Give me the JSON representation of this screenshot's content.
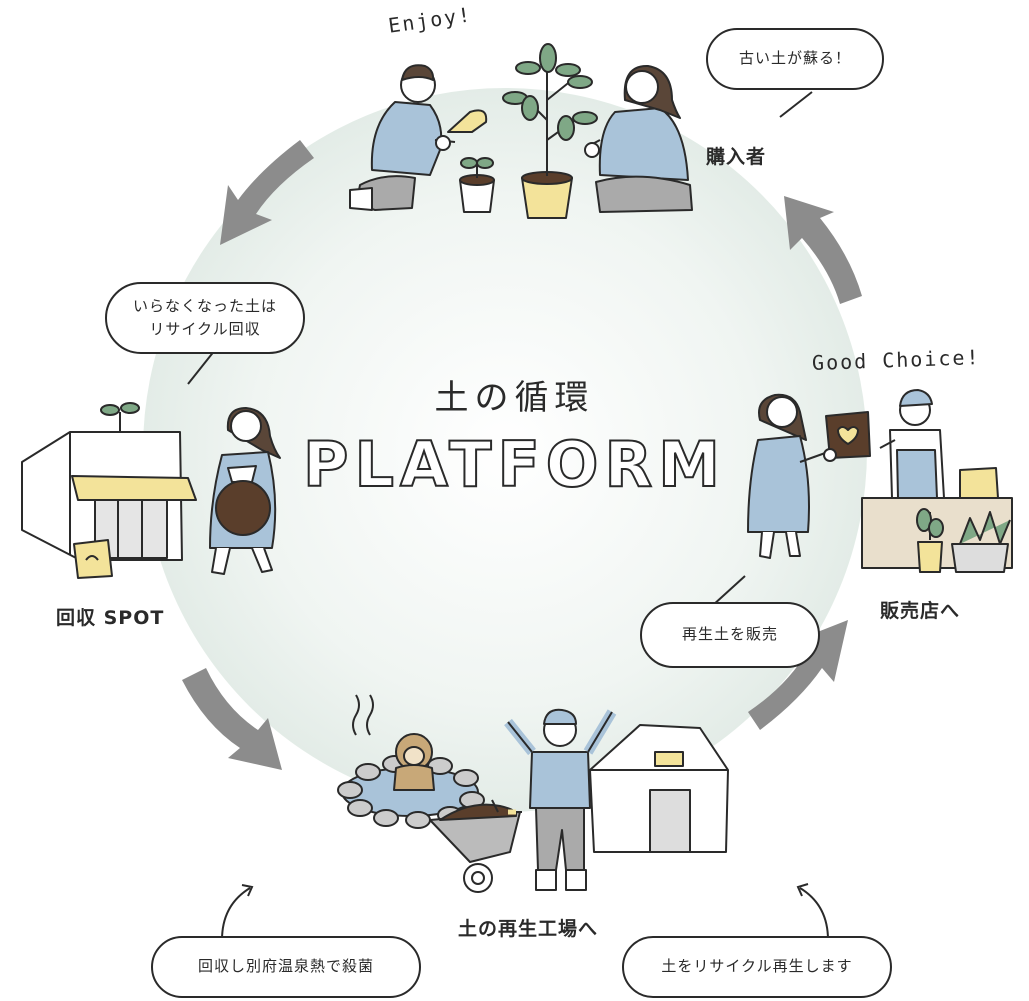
{
  "center": {
    "title": "土の循環",
    "subtitle": "PLATFORM"
  },
  "stations": {
    "buyer": "購入者",
    "shop": "販売店へ",
    "factory": "土の再生工場へ",
    "spot": "回収 SPOT"
  },
  "bubbles": {
    "revive": "古い土が蘇る！",
    "collect_line1": "いらなくなった土は",
    "collect_line2": "リサイクル回収",
    "sell": "再生土を販売",
    "sterilize": "回収し別府温泉熱で殺菌",
    "recycle": "土をリサイクル再生します"
  },
  "handwriting": {
    "enjoy": "Enjoy!",
    "good_choice": "Good Choice!"
  },
  "colors": {
    "circle": "#e6efea",
    "arrow": "#8c8c8c",
    "clothing_blue": "#a9c3d9",
    "soil_brown": "#5a3e2b",
    "pot_yellow": "#f3e39a",
    "counter_beige": "#e9dfcc",
    "grey_pants": "#aaaaaa",
    "line": "#2a2a2a"
  },
  "icons": [
    "clockwise-arrow-icon",
    "plant-icon",
    "person-icon",
    "onsen-icon",
    "monkey-icon",
    "wheelbarrow-icon",
    "greenhouse-icon",
    "collection-stand-icon",
    "shop-counter-icon"
  ]
}
